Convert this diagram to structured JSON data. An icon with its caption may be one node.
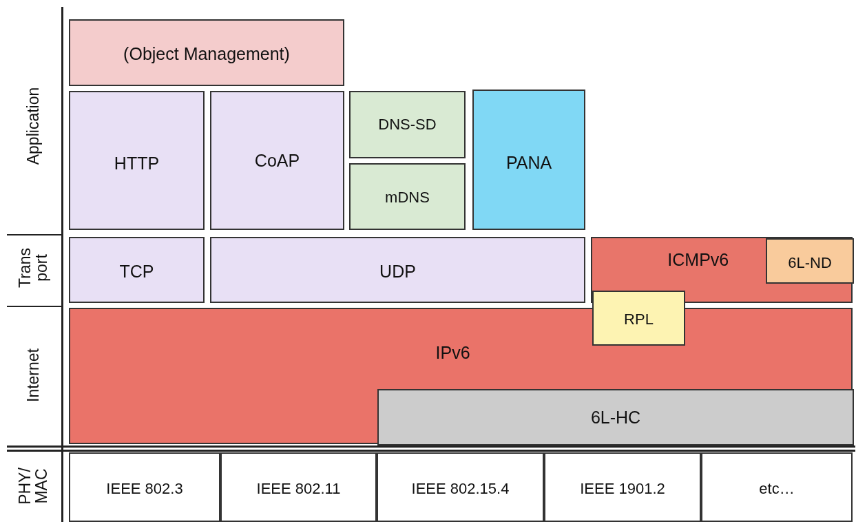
{
  "diagram": {
    "nodes": [
      {
        "text": [
          "Application"
        ]
      },
      {
        "text": [
          "(Object Management)"
        ]
      },
      {
        "text": [
          "HTTP"
        ]
      },
      {
        "text": [
          "CoAP"
        ]
      },
      {
        "text": [
          "DNS-SD"
        ]
      },
      {
        "text": [
          "mDNS"
        ]
      },
      {
        "text": [
          "PANA"
        ]
      },
      {
        "text": [
          "Trans port"
        ]
      },
      {
        "text": [
          "TCP"
        ]
      },
      {
        "text": [
          "UDP"
        ]
      },
      {
        "text": [
          "ICMPv6"
        ]
      },
      {
        "text": [
          "6L-ND"
        ],
        "in": 10
      },
      {
        "text": [
          "RPL"
        ]
      },
      {
        "text": [
          "Internet"
        ]
      },
      {
        "text": [
          "IPv6"
        ]
      },
      {
        "text": [
          "6L-HC"
        ],
        "in": 14
      },
      {
        "text": [
          "PHY/ MAC"
        ]
      },
      {
        "text": [
          "IEEE 802.3"
        ]
      },
      {
        "text": [
          "IEEE 802.11"
        ]
      },
      {
        "text": [
          "IEEE 802.15.4"
        ]
      },
      {
        "text": [
          "IEEE 1901.2"
        ]
      },
      {
        "text": [
          "etc…"
        ]
      }
    ],
    "edges": []
  }
}
